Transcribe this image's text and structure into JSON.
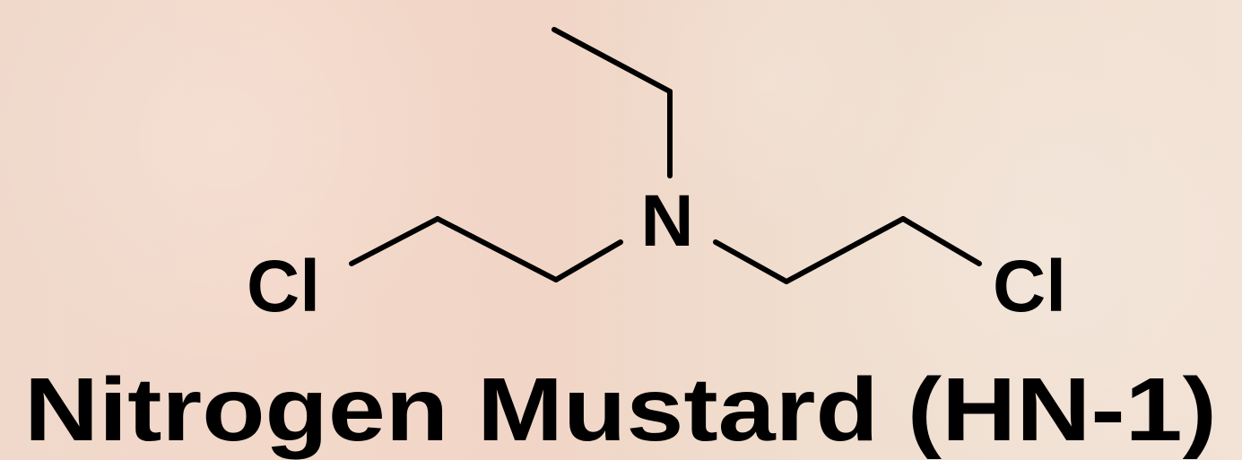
{
  "background": {
    "base_color": "#f0d8c8"
  },
  "structure": {
    "atoms": {
      "nitrogen": "N",
      "left_chlorine": "Cl",
      "right_chlorine": "Cl"
    },
    "bond_color": "#000000"
  },
  "caption": {
    "text": "Nitrogen Mustard (HN-1)"
  }
}
